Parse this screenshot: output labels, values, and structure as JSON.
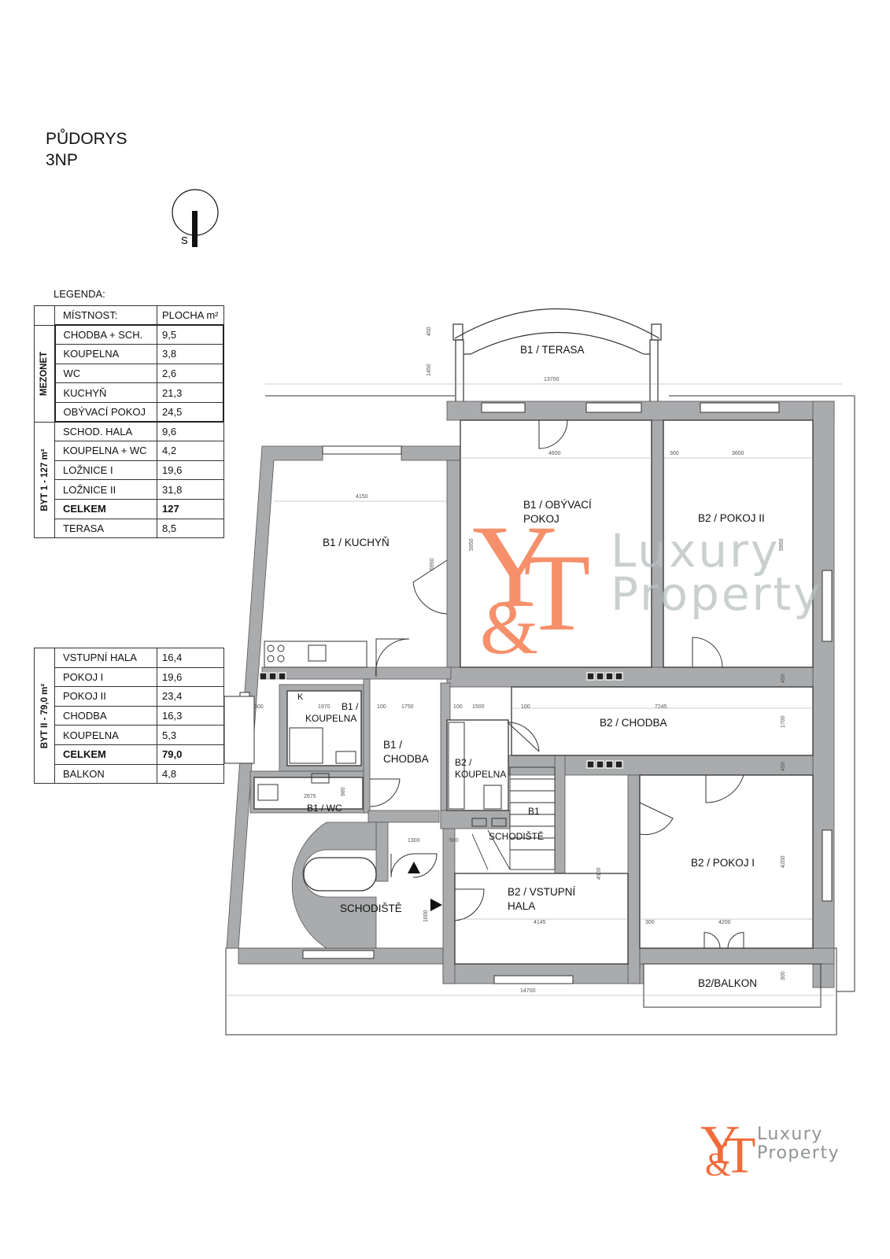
{
  "title": {
    "line1": "PŮDORYS",
    "line2": "3NP"
  },
  "compass": {
    "label": "S"
  },
  "legend": {
    "title": "LEGENDA:",
    "header": {
      "room": "MÍSTNOST:",
      "area": "PLOCHA m²"
    },
    "unit1": {
      "label_mezonet": "MEZONET",
      "label_byt": "BYT 1 - 127 m²",
      "rows": [
        {
          "room": "CHODBA + SCH.",
          "area": "9,5"
        },
        {
          "room": "KOUPELNA",
          "area": "3,8"
        },
        {
          "room": "WC",
          "area": "2,6"
        },
        {
          "room": "KUCHYŇ",
          "area": "21,3"
        },
        {
          "room": "OBÝVACÍ POKOJ",
          "area": "24,5"
        },
        {
          "room": "SCHOD. HALA",
          "area": "9,6"
        },
        {
          "room": "KOUPELNA + WC",
          "area": "4,2"
        },
        {
          "room": "LOŽNICE I",
          "area": "19,6"
        },
        {
          "room": "LOŽNICE II",
          "area": "31,8"
        }
      ],
      "total": {
        "room": "CELKEM",
        "area": "127"
      },
      "extra": {
        "room": "TERASA",
        "area": "8,5"
      }
    },
    "unit2": {
      "label_byt": "BYT II - 79,0 m²",
      "rows": [
        {
          "room": "VSTUPNÍ HALA",
          "area": "16,4"
        },
        {
          "room": "POKOJ I",
          "area": "19,6"
        },
        {
          "room": "POKOJ II",
          "area": "23,4"
        },
        {
          "room": "CHODBA",
          "area": "16,3"
        },
        {
          "room": "KOUPELNA",
          "area": "5,3"
        }
      ],
      "total": {
        "room": "CELKEM",
        "area": "79,0"
      },
      "extra": {
        "room": "BALKON",
        "area": "4,8"
      }
    }
  },
  "rooms": {
    "b1_terasa": "B1 / TERASA",
    "b1_kuchyn": "B1 / KUCHYŇ",
    "b1_obyvaci_1": "B1 / OBÝVACÍ",
    "b1_obyvaci_2": "POKOJ",
    "b2_pokoj2": "B2 / POKOJ II",
    "b1_koupelna_1": "B1 /",
    "b1_koupelna_2": "KOUPELNA",
    "b1_chodba_1": "B1 /",
    "b1_chodba_2": "CHODBA",
    "b2_chodba": "B2 / CHODBA",
    "b2_koupelna_1": "B2 /",
    "b2_koupelna_2": "KOUPELNA",
    "b1_wc": "B1 / WC",
    "b1_schodiste_1": "B1",
    "b1_schodiste_2": "SCHODIŠTĚ",
    "b2_pokoj1": "B2 / POKOJ I",
    "schodiste": "SCHODIŠTĚ",
    "b2_vstupni_1": "B2 / VSTUPNÍ",
    "b2_vstupni_2": "HALA",
    "b2_balkon": "B2/BALKON",
    "k_mark": "K"
  },
  "dimensions": {
    "d13700": "13700",
    "d4600": "4600",
    "d300a": "300",
    "d3600": "3600",
    "d4150": "4150",
    "d5950a": "5950",
    "d5950b": "5950",
    "d5950c": "5950",
    "d1970": "1970",
    "d100a": "100",
    "d1750": "1750",
    "d100b": "100",
    "d1500": "1500",
    "d100c": "100",
    "d7245": "7245",
    "d1700": "1700",
    "d2675": "2675",
    "d980": "980",
    "d1300": "1300",
    "d560": "560",
    "d4900": "4900",
    "d4200a": "4200",
    "d4145": "4145",
    "d300b": "300",
    "d4200b": "4200",
    "d14700": "14700",
    "d300c": "300",
    "d1450": "1450",
    "d450": "450",
    "d1600": "1600",
    "d450b": "450",
    "d450c": "450",
    "d300d": "300"
  },
  "watermark": {
    "line1": "Luxury",
    "line2": "Property"
  },
  "logo": {
    "line1": "Luxury",
    "line2": "Property"
  },
  "colors": {
    "wall": "#a9abad",
    "brand": "#f26b3a",
    "watermark_text": "#b9bfc0",
    "line": "#222222"
  }
}
